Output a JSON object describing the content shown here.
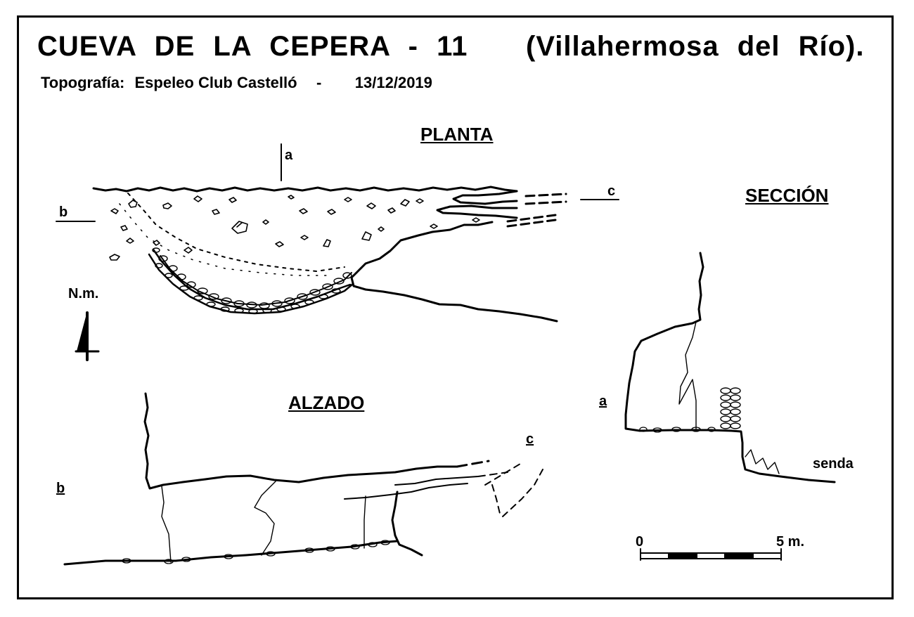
{
  "header": {
    "title": "CUEVA DE LA CEPERA - 11",
    "location": "(Villahermosa del Río).",
    "credit_label": "Topografía:",
    "credit_author": "Espeleo Club Castelló",
    "credit_separator": "-",
    "credit_date": "13/12/2019"
  },
  "views": {
    "plan": "PLANTA",
    "elevation": "ALZADO",
    "section": "SECCIÓN"
  },
  "markers": {
    "a_plan": "a",
    "b_plan": "b",
    "c_plan": "c",
    "a_section": "a",
    "b_elevation": "b",
    "c_elevation": "c"
  },
  "north": {
    "label": "N.m."
  },
  "path_label": "senda",
  "scale": {
    "start": "0",
    "end": "5 m.",
    "segments": 5
  }
}
